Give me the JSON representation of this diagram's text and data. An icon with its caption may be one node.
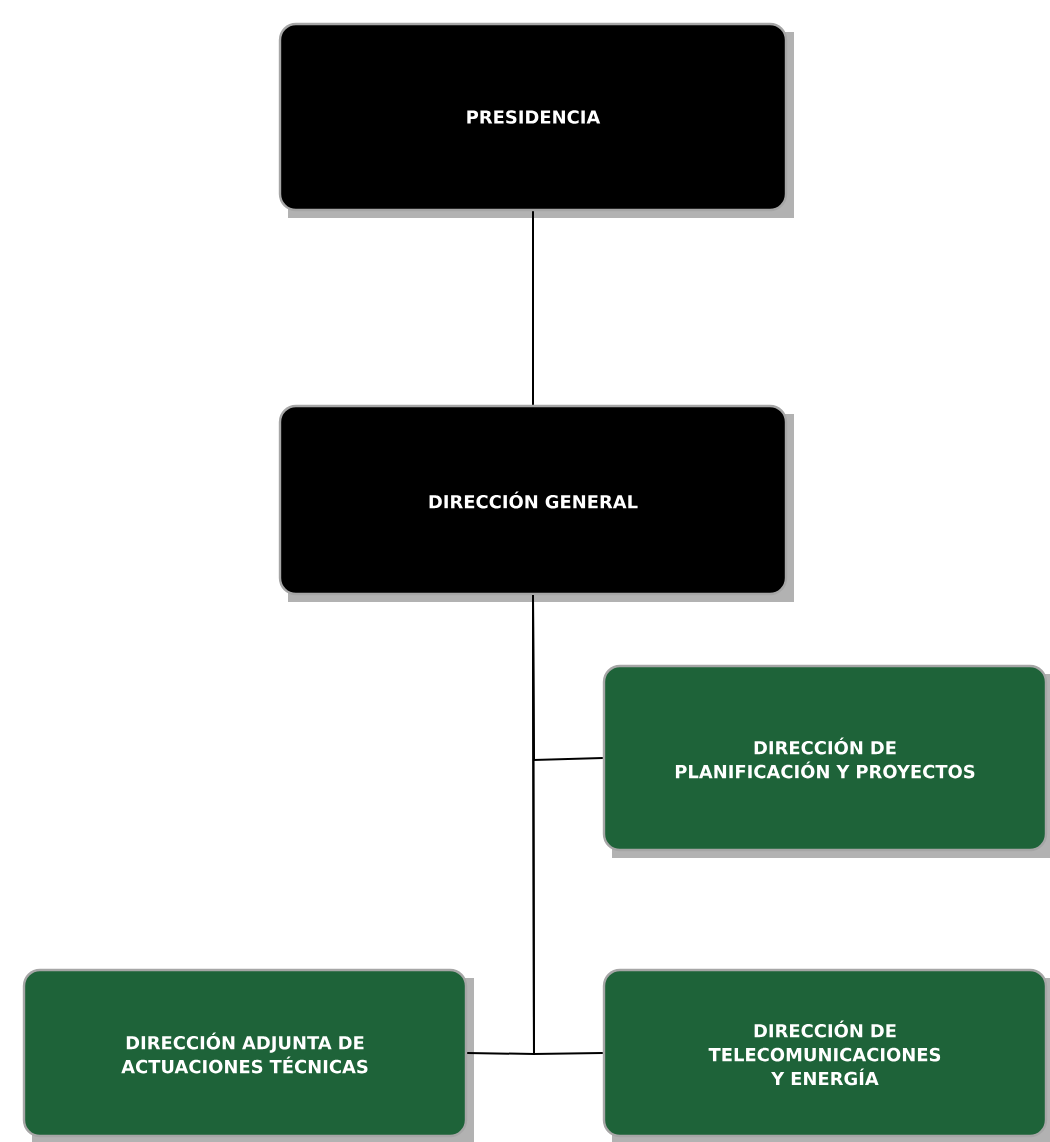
{
  "diagram": {
    "nodes": [
      {
        "text": [
          "PRESIDENCIA"
        ]
      },
      {
        "text": [
          "DIRECCIÓN GENERAL"
        ]
      },
      {
        "text": [
          "DIRECCIÓN DE PLANIFICACIÓN Y PROYECTOS"
        ]
      },
      {
        "text": [
          "DIRECCIÓN ADJUNTA DE ACTUACIONES TÉCNICAS"
        ]
      },
      {
        "text": [
          "DIRECCIÓN DE TELECOMUNICACIONES Y ENERGÍA"
        ]
      }
    ],
    "edges": [
      {
        "from": 0,
        "to": 1,
        "arrow": "none"
      },
      {
        "from": 1,
        "to": 2,
        "arrow": "none"
      },
      {
        "from": 1,
        "to": 3,
        "arrow": "none"
      },
      {
        "from": 1,
        "to": 4,
        "arrow": "none"
      }
    ]
  }
}
